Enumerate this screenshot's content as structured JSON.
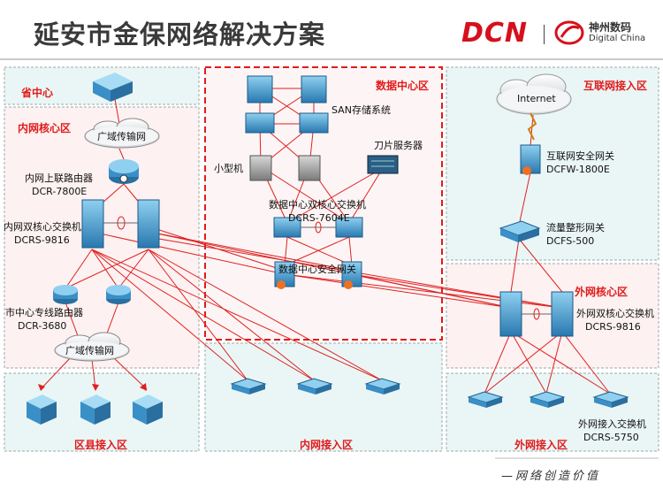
{
  "header": {
    "title": "延安市金保网络解决方案",
    "brand": "DCN",
    "dc_name_cn": "神州数码",
    "dc_name_en": "Digital China"
  },
  "zones": {
    "province_center": "省中心",
    "intranet_core": "内网核心区",
    "data_center": "数据中心区",
    "internet_access": "互联网接入区",
    "extranet_core": "外网核心区",
    "county_access": "区县接入区",
    "intranet_access": "内网接入区",
    "extranet_access": "外网接入区"
  },
  "labels": {
    "wan_top": "广域传输网",
    "uplink_router_name": "内网上联路由器",
    "uplink_router_model": "DCR-7800E",
    "intra_core_switch_name": "内网双核心交换机",
    "intra_core_switch_model": "DCRS-9816",
    "city_router_name": "市中心专线路由器",
    "city_router_model": "DCR-3680",
    "wan_bottom": "广域传输网",
    "san": "SAN存储系统",
    "minicomputer": "小型机",
    "blade_server": "刀片服务器",
    "dc_core_switch_name": "数据中心双核心交换机",
    "dc_core_switch_model": "DCRS-7604E",
    "dc_security_gw": "数据中心安全网关",
    "internet": "Internet",
    "internet_fw_name": "互联网安全网关",
    "internet_fw_model": "DCFW-1800E",
    "traffic_gw_name": "流量整形网关",
    "traffic_gw_model": "DCFS-500",
    "extra_core_switch_name": "外网双核心交换机",
    "extra_core_switch_model": "DCRS-9816",
    "extra_access_switch_name": "外网接入交换机",
    "extra_access_switch_model": "DCRS-5750"
  },
  "footer": {
    "slogan": "—网络创造价值"
  },
  "colors": {
    "link_red": "#e02020",
    "zone_label_red": "#e21b1b",
    "device_blue": "#3a8fc6",
    "zone_bg": "#eaf6f6",
    "brand_red": "#d6101c"
  }
}
